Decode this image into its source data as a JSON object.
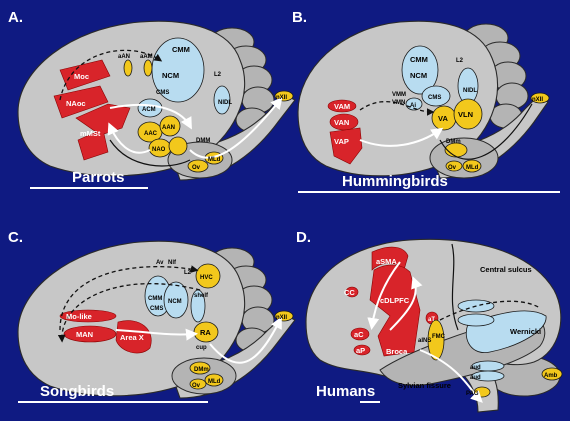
{
  "panels": {
    "a": {
      "letter": "A.",
      "caption": "Parrots",
      "labels": [
        "Moc",
        "NAoc",
        "mMSt",
        "aAN",
        "aAM",
        "CMM",
        "NCM",
        "CMS",
        "L2",
        "ACM",
        "NIDL",
        "AAC",
        "AAN",
        "NAO",
        "DMM",
        "MLd",
        "Ov",
        "nXII"
      ]
    },
    "b": {
      "letter": "B.",
      "caption": "Hummingbirds",
      "labels": [
        "VAM",
        "VAN",
        "VAP",
        "CMM",
        "NCM",
        "CMS",
        "L2",
        "VMM",
        "VMN",
        "Ai",
        "NIDL",
        "VA",
        "VLN",
        "DMm",
        "Ov",
        "MLd",
        "nXII"
      ]
    },
    "c": {
      "letter": "C.",
      "caption": "Songbirds",
      "labels": [
        "Av",
        "Nlf",
        "L2",
        "HVC",
        "CMM",
        "CMS",
        "NCM",
        "shelf",
        "Mo-like",
        "MAN",
        "Area X",
        "RA",
        "cup",
        "Ov",
        "DMm",
        "MLd",
        "nXII"
      ]
    },
    "d": {
      "letter": "D.",
      "caption": "Humans",
      "labels": [
        "aSMA",
        "Central sulcus",
        "CC",
        "cDLPFC",
        "aC",
        "aP",
        "aT",
        "aINS",
        "FMC",
        "Broca",
        "Wernicki",
        "Sylvian fissure",
        "aud",
        "aud",
        "PAG",
        "Amb"
      ]
    }
  },
  "colors": {
    "background": "#0f1a82",
    "brain": "#c7c7c7",
    "motor": "#d8242a",
    "auditory": "#b8dcf0",
    "brainstem": "#f2c81c",
    "arrows": "#ffffff"
  }
}
